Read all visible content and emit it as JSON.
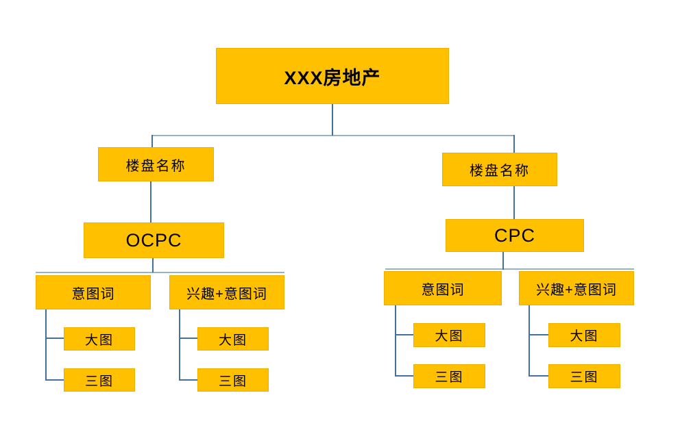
{
  "colors": {
    "node_fill": "#FFC000",
    "connector": "#41719C",
    "text": "#000000",
    "background": "#FFFFFF"
  },
  "root": {
    "label": "XXX房地产"
  },
  "branches": [
    {
      "property": {
        "label": "楼盘名称"
      },
      "bid_type": {
        "label": "OCPC"
      },
      "targeting_units": [
        {
          "label": "意图词",
          "creatives": [
            {
              "label": "大图"
            },
            {
              "label": "三图"
            }
          ]
        },
        {
          "label": "兴趣+意图词",
          "creatives": [
            {
              "label": "大图"
            },
            {
              "label": "三图"
            }
          ]
        }
      ]
    },
    {
      "property": {
        "label": "楼盘名称"
      },
      "bid_type": {
        "label": "CPC"
      },
      "targeting_units": [
        {
          "label": "意图词",
          "creatives": [
            {
              "label": "大图"
            },
            {
              "label": "三图"
            }
          ]
        },
        {
          "label": "兴趣+意图词",
          "creatives": [
            {
              "label": "大图"
            },
            {
              "label": "三图"
            }
          ]
        }
      ]
    }
  ]
}
